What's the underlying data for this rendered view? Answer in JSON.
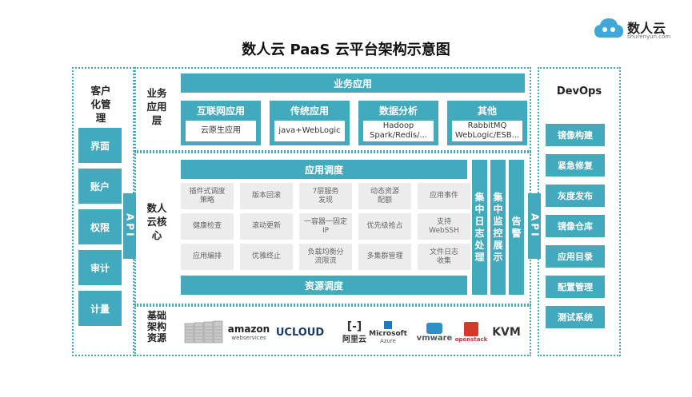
{
  "title": "数人云 PaaS  云平台架构示意图",
  "brand": {
    "name": "数人云",
    "domain": "shurenyun.com",
    "accent": "#43aabd"
  },
  "left_panel": {
    "label": "客户\n化管\n理",
    "items": [
      "界面",
      "账户",
      "权限",
      "审计",
      "计量"
    ],
    "api": "API"
  },
  "right_panel": {
    "label": "DevOps",
    "items": [
      "镜像构建",
      "紧急修复",
      "灰度发布",
      "镜像仓库",
      "应用目录",
      "配置管理",
      "测试系统"
    ],
    "api": "API"
  },
  "business_layer": {
    "label": "业务\n应用\n层",
    "header": "业务应用",
    "groups": [
      {
        "title": "互联网应用",
        "content": "云原生应用"
      },
      {
        "title": "传统应用",
        "content": "java+WebLogic"
      },
      {
        "title": "数据分析",
        "content": "Hadoop\nSpark/Redis/..."
      },
      {
        "title": "其他",
        "content": "RabbitMQ\nWebLogic/ESB..."
      }
    ]
  },
  "core_layer": {
    "label": "数人\n云核\n心",
    "top_bar": "应用调度",
    "bottom_bar": "资源调度",
    "cells": [
      "插件式调度\n策略",
      "版本回滚",
      "7层服务\n发现",
      "动态资源\n配额",
      "应用事件",
      "健康检查",
      "滚动更新",
      "一容器一固定\nIP",
      "优先级抢占",
      "支持\nWebSSH",
      "应用编排",
      "优雅终止",
      "负载均衡分\n流限流",
      "多集群管理",
      "文件日志\n收集"
    ],
    "side_columns": [
      "集\n中\n日\n志\n处\n理",
      "集\n中\n监\n控\n展\n示",
      "告\n警"
    ]
  },
  "infra_layer": {
    "label": "基础\n架构\n资源",
    "providers": [
      {
        "name": "",
        "icon": "server-rack-icon"
      },
      {
        "name": "amazon",
        "sub": "webservices",
        "icon": "amazon-logo"
      },
      {
        "name": "UCLOUD",
        "icon": "ucloud-logo"
      },
      {
        "name": "阿里云",
        "icon": "aliyun-logo"
      },
      {
        "name": "Microsoft",
        "sub": "Azure",
        "icon": "azure-logo"
      },
      {
        "name": "vmware",
        "icon": "vmware-logo"
      },
      {
        "name": "openstack",
        "icon": "openstack-logo"
      },
      {
        "name": "KVM",
        "icon": "kvm-logo"
      }
    ]
  }
}
